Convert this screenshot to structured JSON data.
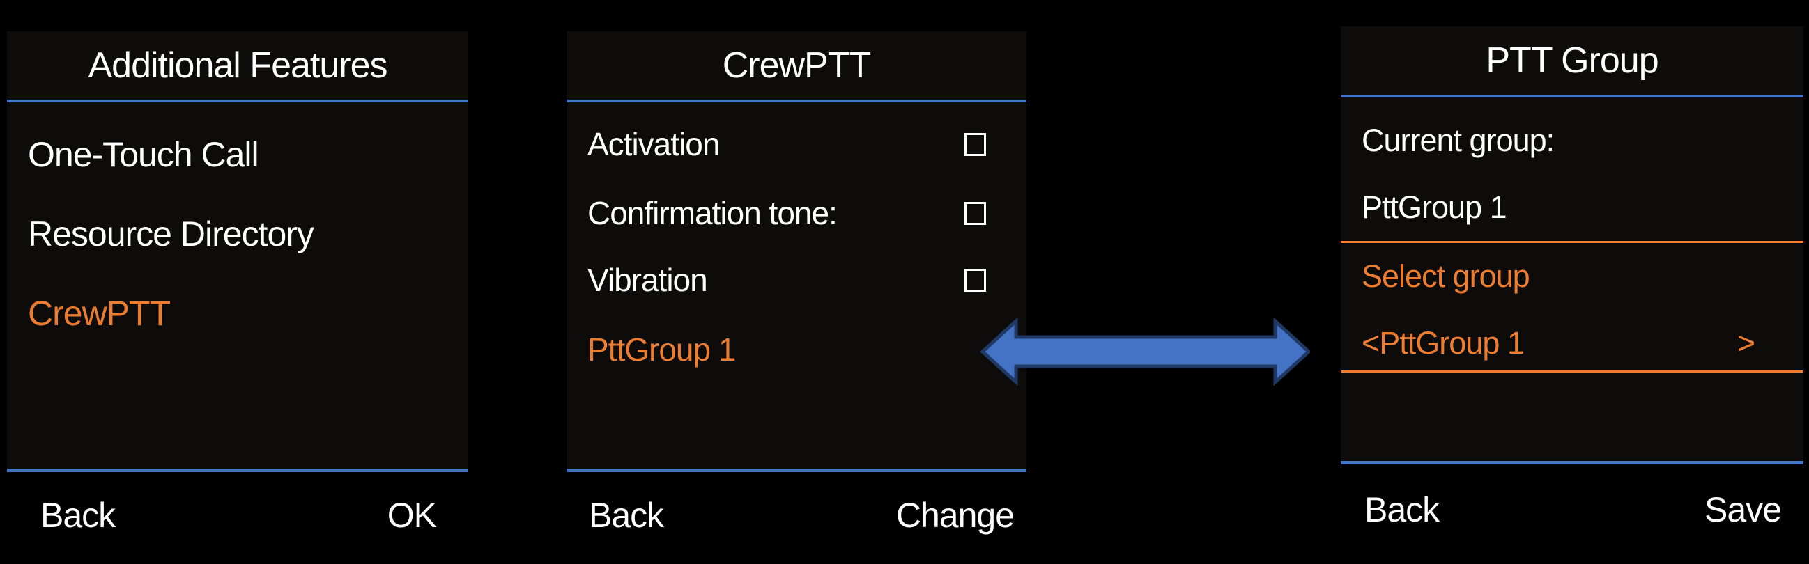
{
  "colors": {
    "background": "#000000",
    "panel_background": "#0d0c0a",
    "accent_blue": "#4472c4",
    "accent_orange": "#ed7d31",
    "text": "#ffffff",
    "arrow_fill": "#4472c4",
    "arrow_outline": "#203864"
  },
  "screens": {
    "features": {
      "title": "Additional Features",
      "items": [
        {
          "label": "One-Touch Call"
        },
        {
          "label": "Resource Directory"
        },
        {
          "label": "CrewPTT"
        }
      ],
      "softkeys": {
        "left": "Back",
        "right": "OK"
      }
    },
    "crewptt": {
      "title": "CrewPTT",
      "items": [
        {
          "label": "Activation",
          "checkbox": "unchecked"
        },
        {
          "label": "Confirmation tone:",
          "checkbox": "unchecked"
        },
        {
          "label": "Vibration",
          "checkbox": "unchecked"
        }
      ],
      "selected_group": "PttGroup 1",
      "softkeys": {
        "left": "Back",
        "right": "Change"
      }
    },
    "ptt_group": {
      "title": "PTT Group",
      "current_group_label": "Current group:",
      "current_group_value": "PttGroup 1",
      "select_group_label": "Select group",
      "selector": {
        "value": "<PttGroup 1",
        "next_indicator": ">"
      },
      "softkeys": {
        "left": "Back",
        "right": "Save"
      }
    }
  },
  "connector": {
    "type": "double-headed-arrow",
    "direction": "horizontal"
  }
}
